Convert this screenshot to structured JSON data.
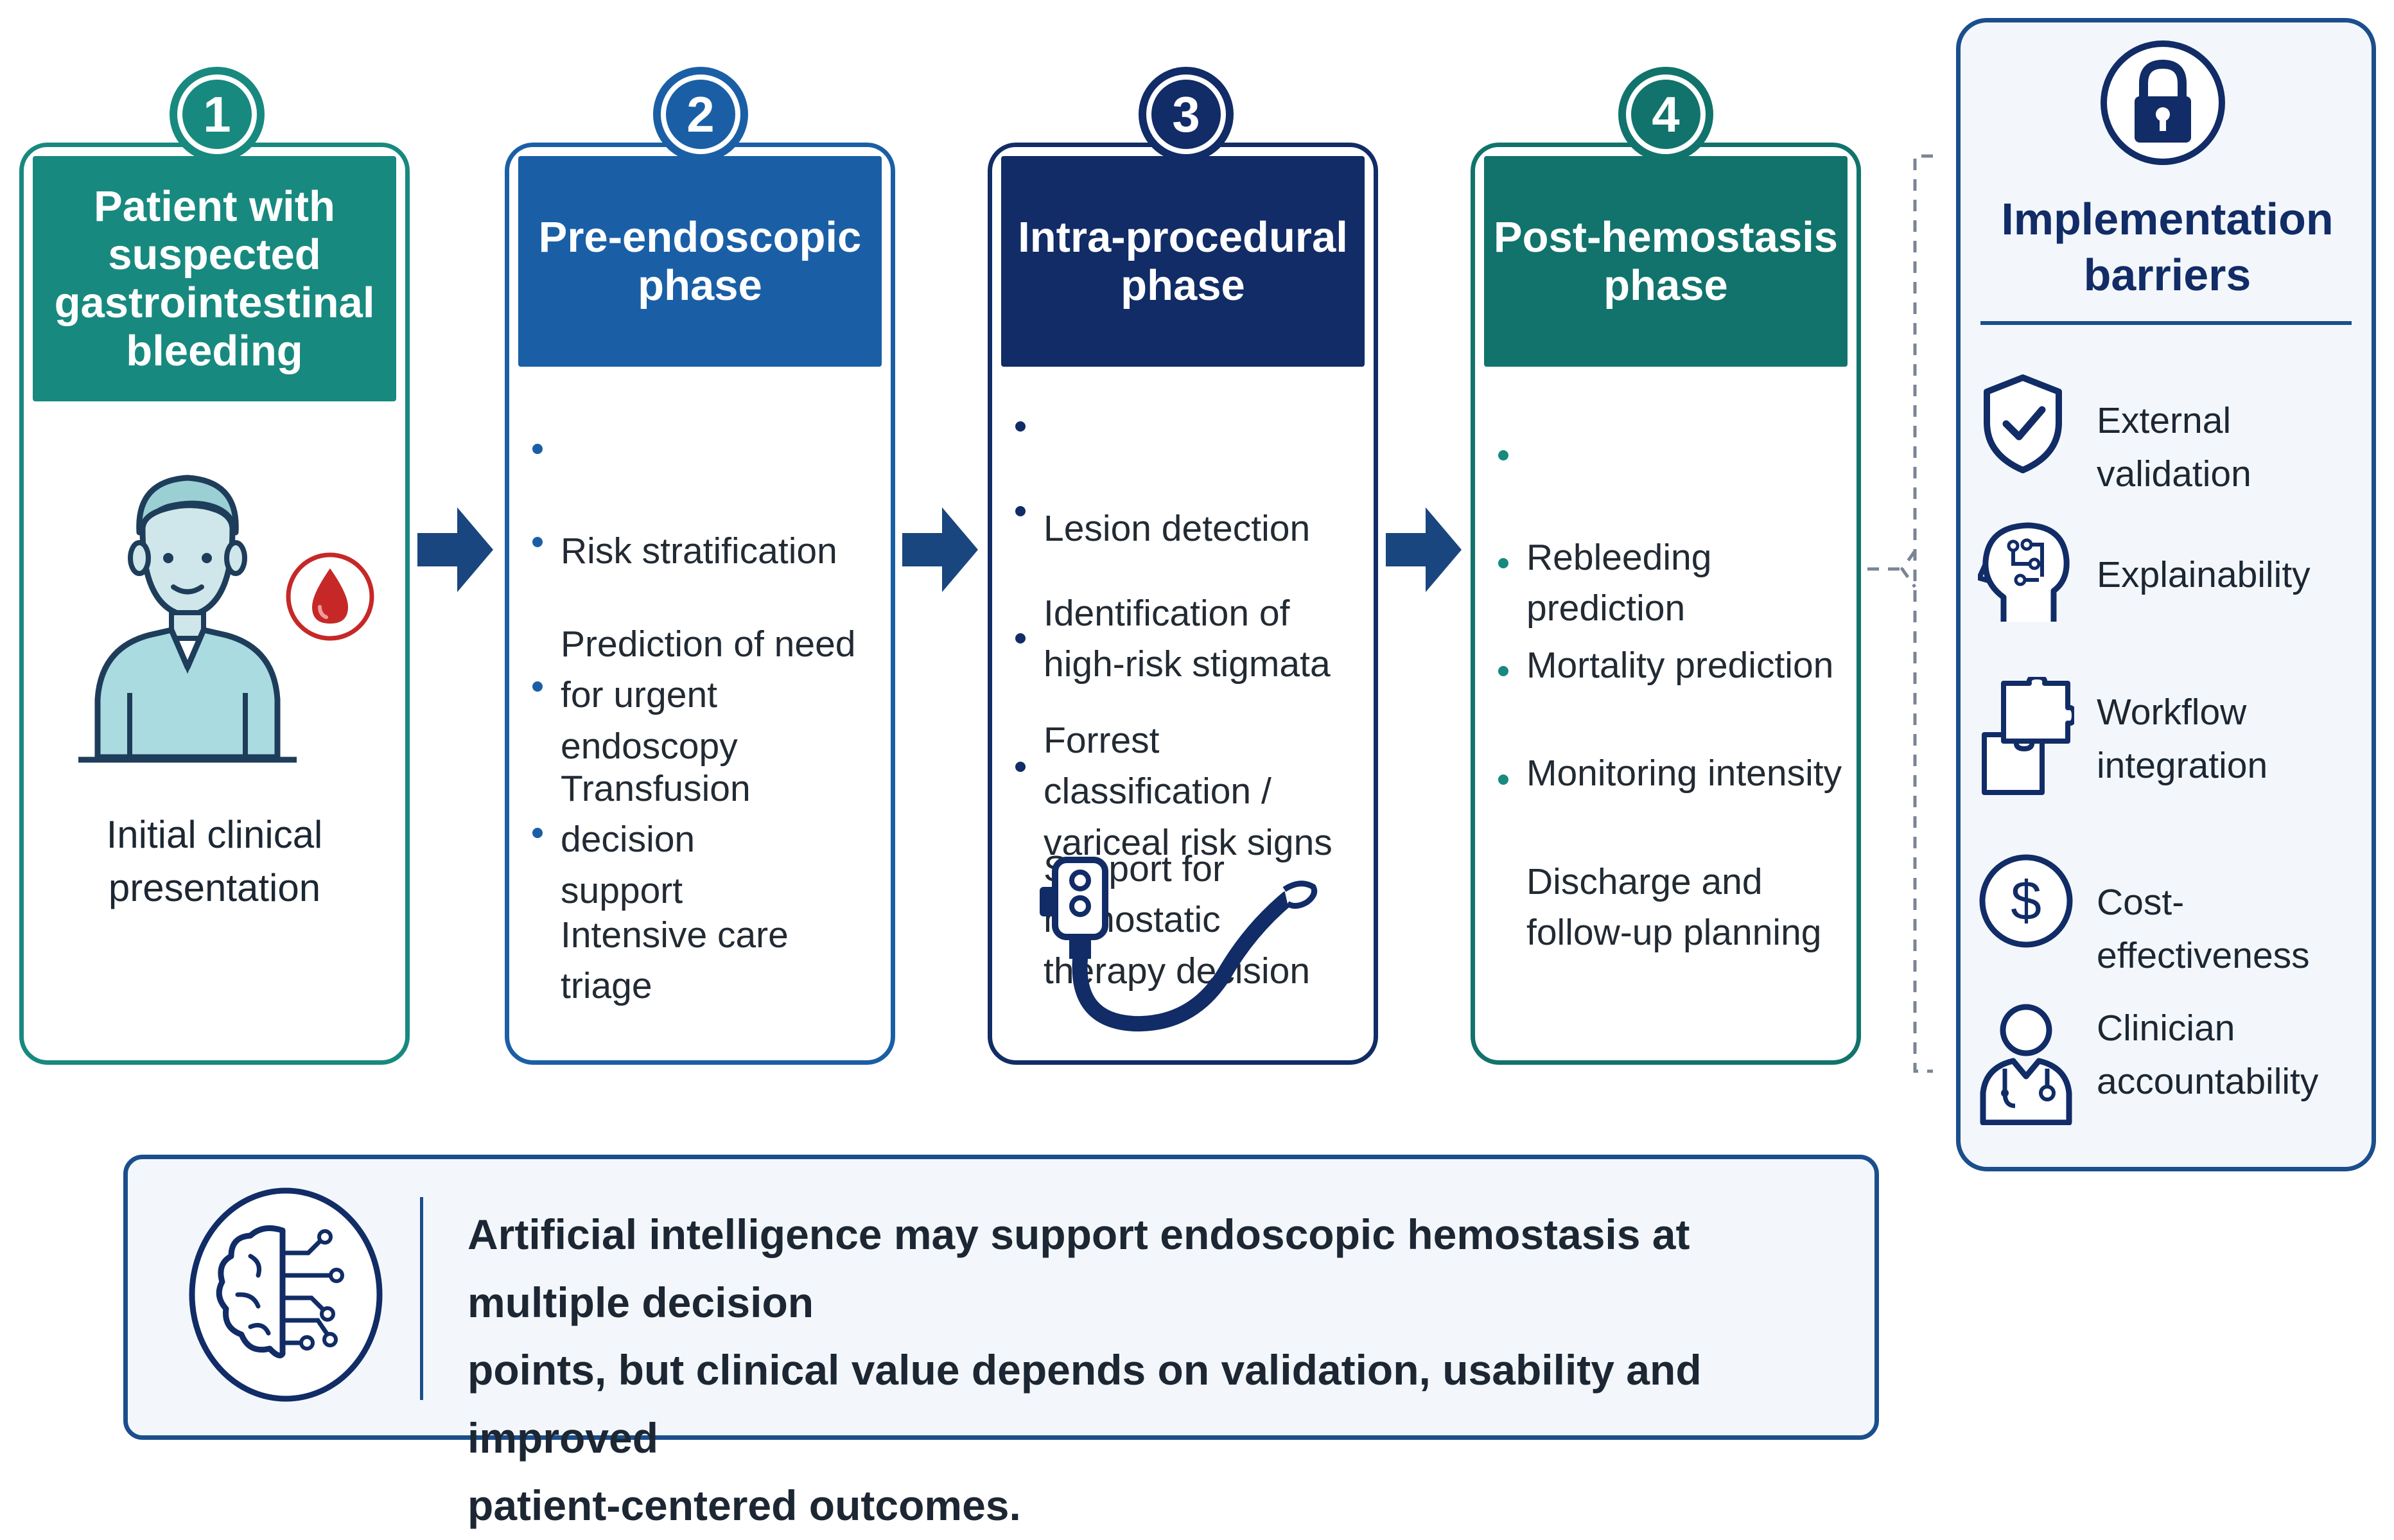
{
  "colors": {
    "teal": "#18897f",
    "blue": "#1a5fa6",
    "navy": "#112c66",
    "dark_teal": "#11736c",
    "border_blue": "#1b4e8c",
    "arrow": "#19467e",
    "panel_bg": "#f3f7fb",
    "blood": "#c62828",
    "skin": "#cfe7ea"
  },
  "phases": [
    {
      "number": "1",
      "title": "Patient with\nsuspected\ngastrointestinal\nbleeding",
      "caption": "Initial clinical\npresentation",
      "icons": [
        "patient-icon",
        "blood-drop-icon"
      ]
    },
    {
      "number": "2",
      "title": "Pre-endoscopic\nphase",
      "items": [
        "Risk stratification",
        "Prediction of need\nfor urgent endoscopy",
        "Transfusion decision\nsupport",
        "Intensive care triage"
      ]
    },
    {
      "number": "3",
      "title": "Intra-procedural\nphase",
      "items": [
        "Lesion detection",
        "Identification of\nhigh-risk stigmata",
        "Forrest classification /\nvariceal risk signs",
        "Support for hemostatic\ntherapy decision"
      ],
      "icons": [
        "endoscope-icon"
      ]
    },
    {
      "number": "4",
      "title": "Post-hemostasis\nphase",
      "items": [
        "Rebleeding prediction",
        "Mortality prediction",
        "Monitoring intensity",
        "Discharge and\nfollow-up planning"
      ]
    }
  ],
  "barriers": {
    "title": "Implementation\nbarriers",
    "title_icon": "lock-icon",
    "items": [
      {
        "label": "External validation",
        "icon": "shield-check-icon"
      },
      {
        "label": "Explainability",
        "icon": "head-circuit-icon"
      },
      {
        "label": "Workflow\nintegration",
        "icon": "puzzle-icon"
      },
      {
        "label": "Cost-effectiveness",
        "icon": "dollar-icon"
      },
      {
        "label": "Clinician\naccountability",
        "icon": "doctor-icon"
      }
    ]
  },
  "summary": {
    "text": "Artificial intelligence may support endoscopic hemostasis at multiple decision\npoints, but clinical value depends on validation, usability  and improved\npatient-centered outcomes.",
    "icon": "ai-brain-icon"
  }
}
